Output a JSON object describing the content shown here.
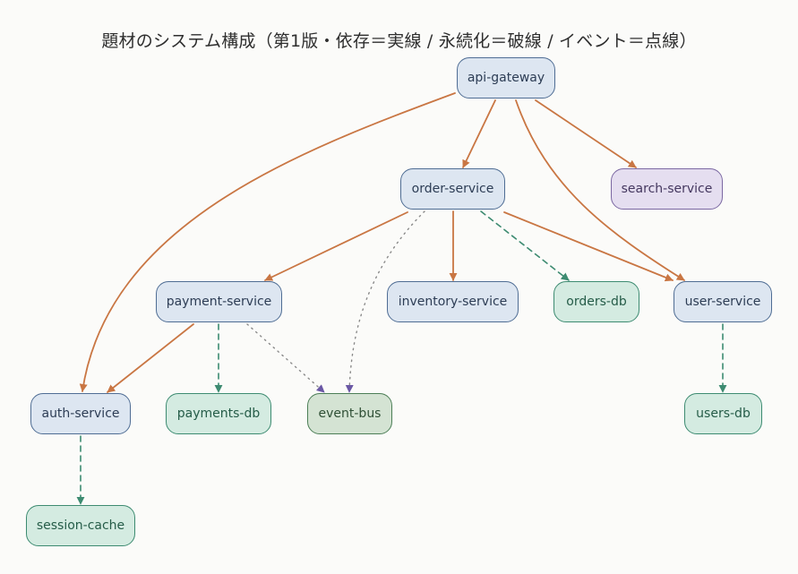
{
  "title": "題材のシステム構成（第1版・依存＝実線 / 永続化＝破線 / イベント＝点線）",
  "colors": {
    "dependency": "#c97643",
    "persistence": "#3d8b71",
    "event": "#8a8a8a",
    "event_arrowhead": "#6a57a5"
  },
  "nodes": [
    {
      "id": "api-gateway",
      "label": "api-gateway",
      "kind": "service"
    },
    {
      "id": "order-service",
      "label": "order-service",
      "kind": "service"
    },
    {
      "id": "search-service",
      "label": "search-service",
      "kind": "search"
    },
    {
      "id": "payment-service",
      "label": "payment-service",
      "kind": "service"
    },
    {
      "id": "inventory-service",
      "label": "inventory-service",
      "kind": "service"
    },
    {
      "id": "orders-db",
      "label": "orders-db",
      "kind": "database"
    },
    {
      "id": "user-service",
      "label": "user-service",
      "kind": "service"
    },
    {
      "id": "auth-service",
      "label": "auth-service",
      "kind": "service"
    },
    {
      "id": "payments-db",
      "label": "payments-db",
      "kind": "database"
    },
    {
      "id": "event-bus",
      "label": "event-bus",
      "kind": "bus"
    },
    {
      "id": "users-db",
      "label": "users-db",
      "kind": "database"
    },
    {
      "id": "session-cache",
      "label": "session-cache",
      "kind": "database"
    }
  ],
  "edges": [
    {
      "from": "api-gateway",
      "to": "order-service",
      "type": "dependency"
    },
    {
      "from": "api-gateway",
      "to": "search-service",
      "type": "dependency"
    },
    {
      "from": "api-gateway",
      "to": "user-service",
      "type": "dependency"
    },
    {
      "from": "api-gateway",
      "to": "auth-service",
      "type": "dependency"
    },
    {
      "from": "order-service",
      "to": "payment-service",
      "type": "dependency"
    },
    {
      "from": "order-service",
      "to": "inventory-service",
      "type": "dependency"
    },
    {
      "from": "order-service",
      "to": "user-service",
      "type": "dependency"
    },
    {
      "from": "order-service",
      "to": "orders-db",
      "type": "persistence"
    },
    {
      "from": "order-service",
      "to": "event-bus",
      "type": "event"
    },
    {
      "from": "payment-service",
      "to": "auth-service",
      "type": "dependency"
    },
    {
      "from": "payment-service",
      "to": "payments-db",
      "type": "persistence"
    },
    {
      "from": "payment-service",
      "to": "event-bus",
      "type": "event"
    },
    {
      "from": "user-service",
      "to": "users-db",
      "type": "persistence"
    },
    {
      "from": "auth-service",
      "to": "session-cache",
      "type": "persistence"
    }
  ]
}
